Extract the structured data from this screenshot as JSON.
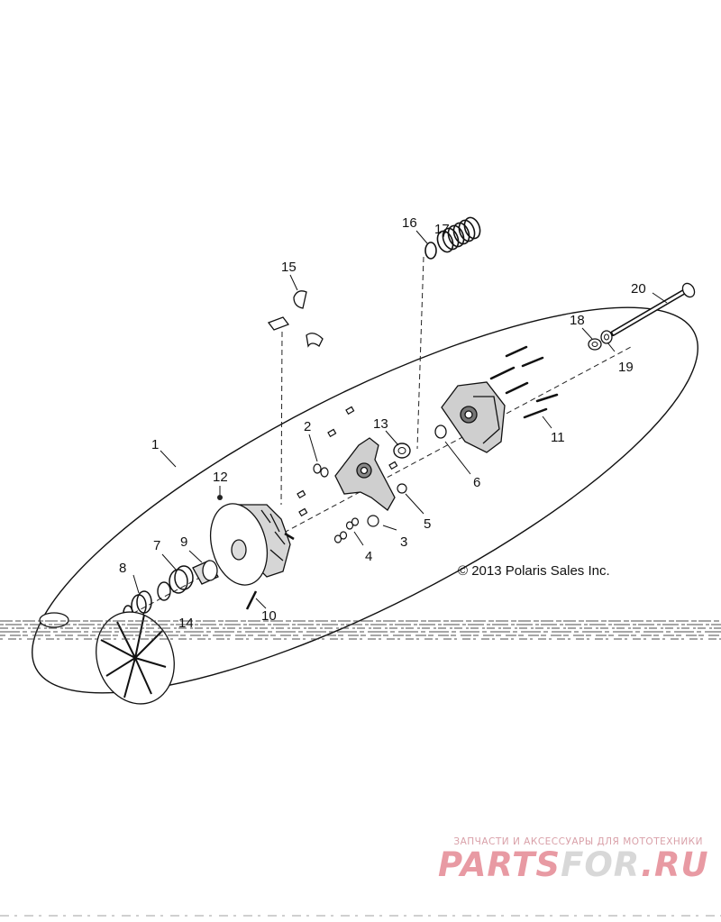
{
  "diagram": {
    "callouts": [
      {
        "id": "c1",
        "label": "1"
      },
      {
        "id": "c2",
        "label": "2"
      },
      {
        "id": "c3",
        "label": "3"
      },
      {
        "id": "c4",
        "label": "4"
      },
      {
        "id": "c5",
        "label": "5"
      },
      {
        "id": "c6",
        "label": "6"
      },
      {
        "id": "c7",
        "label": "7"
      },
      {
        "id": "c8",
        "label": "8"
      },
      {
        "id": "c9",
        "label": "9"
      },
      {
        "id": "c10",
        "label": "10"
      },
      {
        "id": "c11",
        "label": "11"
      },
      {
        "id": "c12",
        "label": "12"
      },
      {
        "id": "c13",
        "label": "13"
      },
      {
        "id": "c14",
        "label": "14"
      },
      {
        "id": "c15",
        "label": "15"
      },
      {
        "id": "c16",
        "label": "16"
      },
      {
        "id": "c17",
        "label": "17"
      },
      {
        "id": "c18",
        "label": "18"
      },
      {
        "id": "c19",
        "label": "19"
      },
      {
        "id": "c20",
        "label": "20"
      }
    ],
    "copyright": "© 2013 Polaris Sales Inc."
  },
  "watermark": {
    "tagline": "ЗАПЧАСТИ И АКСЕССУАРЫ ДЛЯ МОТОТЕХНИКИ",
    "brand_part1": "PARTS",
    "brand_part2": "FOR",
    "brand_part3": ".RU",
    "colors": {
      "brand": "#e89aa3",
      "brand_mid": "#d8d8d8"
    }
  }
}
